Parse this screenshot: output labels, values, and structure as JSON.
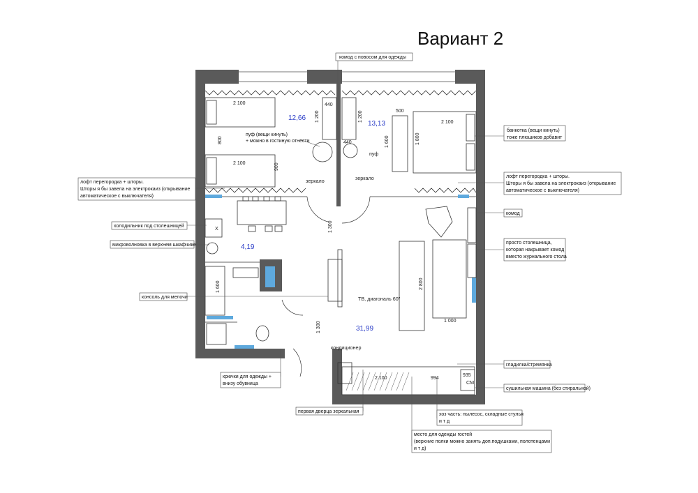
{
  "title": "Вариант 2",
  "areas": {
    "bedroom1": "12,66",
    "bedroom2": "13,13",
    "kitchen": "4,19",
    "living": "31,99"
  },
  "dims": {
    "bed1_top": "2 100",
    "bed1_side": "800",
    "bed2_top": "2 100",
    "bed2_side": "900",
    "wardrobe1_w": "440",
    "wardrobe1_h": "1 200",
    "wardrobe2_h": "1 200",
    "wardrobe2_w": "440",
    "bench_w": "500",
    "bench_h": "1 600",
    "dbl_bed_top": "2 100",
    "dbl_bed_side": "1 800",
    "entry_v": "1 300",
    "bath_v": "1 600",
    "hall_v": "1 300",
    "sofa_area_v": "2 800",
    "sofa_area_h": "1 000",
    "closet_w": "2 100",
    "shelf_w": "994",
    "cm_w": "935"
  },
  "labels": {
    "mirror_left": "зеркало",
    "mirror_right": "зеркало",
    "pouf": "пуф",
    "tv": "ТВ, диагональ 60\"",
    "ac": "кондиционер",
    "cm": "СМ",
    "x": "X"
  },
  "notes": {
    "dresser_top": "комод с повосом для одежды",
    "pouf_note_1": "пуф (вещи кинуть)",
    "pouf_note_2": "+ можно в гостиную отнести",
    "bench_1": "банкотка (вещи кинуть)",
    "bench_2": "тоже плюшиков добавит",
    "loft_left_1": "лофт перегородка + шторы.",
    "loft_left_2": "Шторы я бы завела на электрокаиз (открывание",
    "loft_left_3": "автоматическое с выключателя)",
    "loft_right_1": "лофт перегородка + шторы.",
    "loft_right_2": "Шторы я бы завела на электрокаиз (открывание",
    "loft_right_3": "автоматическое с выключателя)",
    "fridge": "холодильник под столешницей",
    "microwave": "микроволновка в верхнем шкафчике",
    "dresser_right": "комод",
    "console": "консоль для мелочи",
    "tabletop_1": "просто столешница,",
    "tabletop_2": "которая накрывает комод",
    "tabletop_3": "вместо журнального стола",
    "ironing": "гладилка/стремянка",
    "hooks_1": "крючки для одежды +",
    "hooks_2": "внизу обувница",
    "dryer": "сушильная машина (без стиральной)",
    "mirror_door": "первая дверца зеркальная",
    "storage_1": "хоз часть: пылесос, складные стулья",
    "storage_2": "и т д",
    "guest_1": "место для одежды гостей",
    "guest_2": "(верхние полки можно занять доп.подушками, полотенцами",
    "guest_3": "и т д)"
  },
  "colors": {
    "wall": "#5a5a5a",
    "window": "#5ea9dd",
    "area_text": "#2a3cc7",
    "lines": "#333333"
  }
}
